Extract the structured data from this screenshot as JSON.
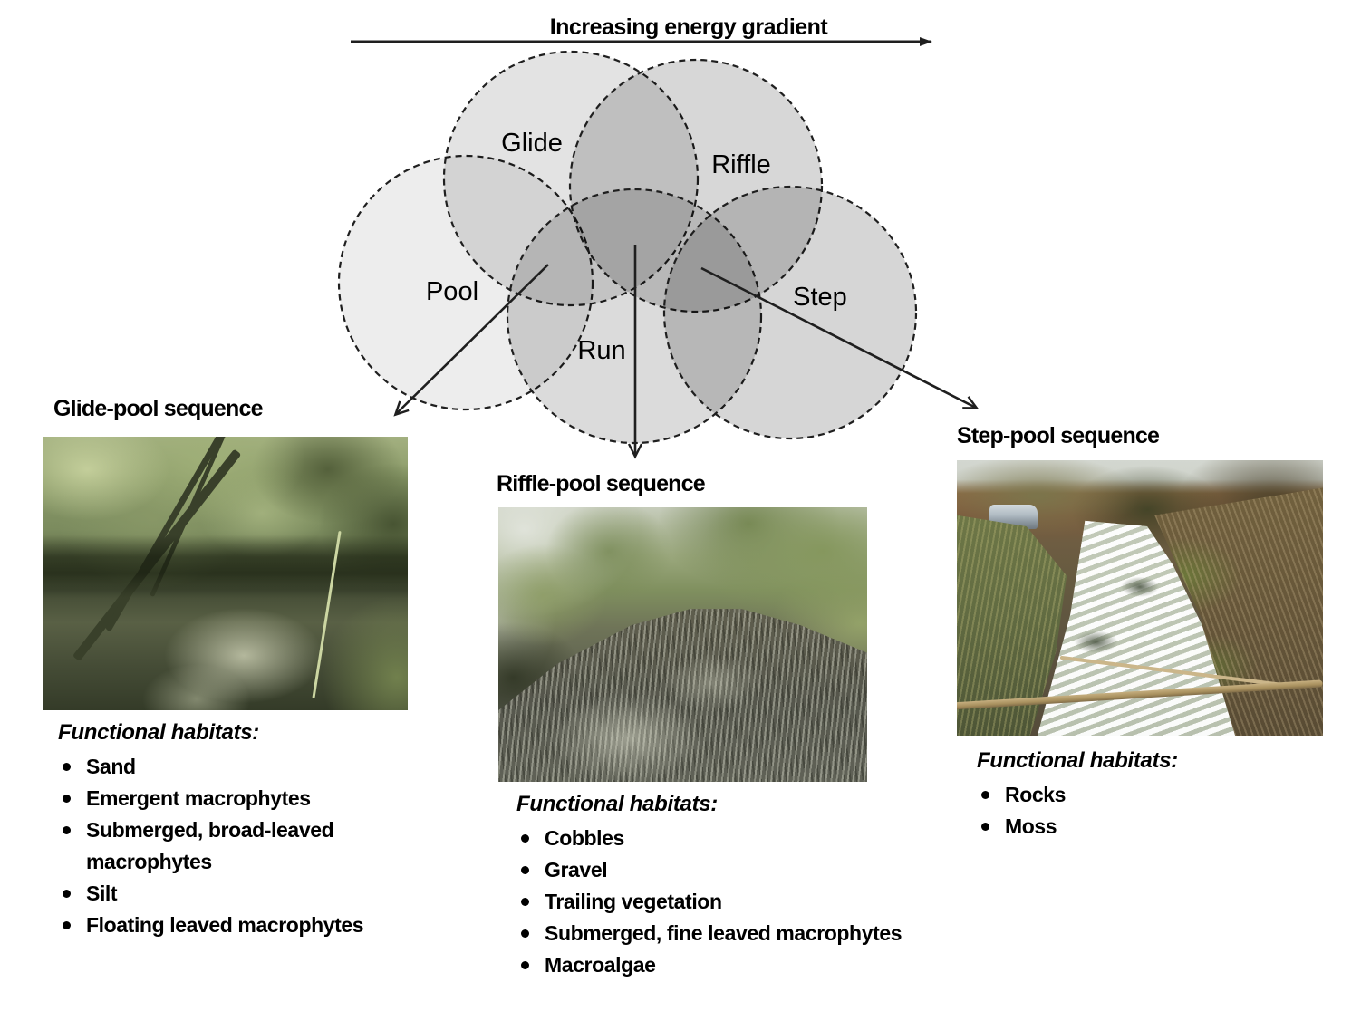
{
  "energy_gradient": {
    "label": "Increasing energy gradient"
  },
  "venn": {
    "labels": {
      "glide": "Glide",
      "riffle": "Riffle",
      "pool": "Pool",
      "run": "Run",
      "step": "Step"
    }
  },
  "sections": {
    "glide_pool": {
      "title": "Glide-pool sequence",
      "list_title": "Functional habitats:",
      "items": [
        "Sand",
        "Emergent macrophytes",
        "Submerged, broad-leaved macrophytes",
        "Silt",
        "Floating leaved macrophytes"
      ]
    },
    "riffle_pool": {
      "title": "Riffle-pool sequence",
      "list_title": "Functional habitats:",
      "items": [
        "Cobbles",
        "Gravel",
        "Trailing vegetation",
        "Submerged, fine leaved macrophytes",
        "Macroalgae"
      ]
    },
    "step_pool": {
      "title": "Step-pool sequence",
      "list_title": "Functional habitats:",
      "items": [
        "Rocks",
        "Moss"
      ]
    }
  },
  "colors": {
    "background": "#ffffff",
    "text": "#000000",
    "diagram_stroke": "#1f1f1f",
    "pool_fill": "#ededed",
    "glide_fill": "#e3e3e3",
    "riffle_fill": "#d7d7d7",
    "run_fill": "#dcdcdc",
    "step_fill": "#d6d6d6",
    "center_overlap": "#a5a5a5"
  }
}
